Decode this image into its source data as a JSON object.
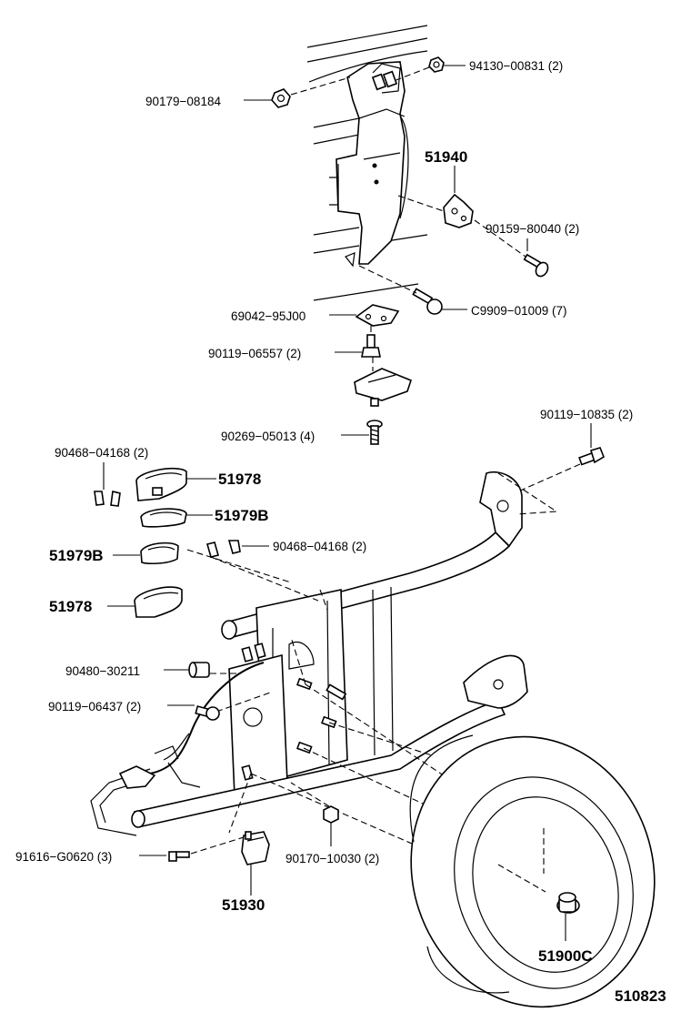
{
  "diagram_id": "510823",
  "callouts": {
    "c1": "94130−00831 (2)",
    "c2": "90179−08184",
    "c3": "51940",
    "c4": "90159−80040 (2)",
    "c5": "69042−95J00",
    "c6": "C9909−01009 (7)",
    "c7": "90119−06557 (2)",
    "c8": "90269−05013 (4)",
    "c9": "90119−10835 (2)",
    "c10": "90468−04168 (2)",
    "c11": "51978",
    "c12": "51979B",
    "c13": "51979B",
    "c14": "90468−04168 (2)",
    "c15": "51978",
    "c16": "90480−30211",
    "c17": "90119−06437 (2)",
    "c18": "91616−G0620 (3)",
    "c19": "90170−10030 (2)",
    "c20": "51930",
    "c21": "51900C"
  }
}
